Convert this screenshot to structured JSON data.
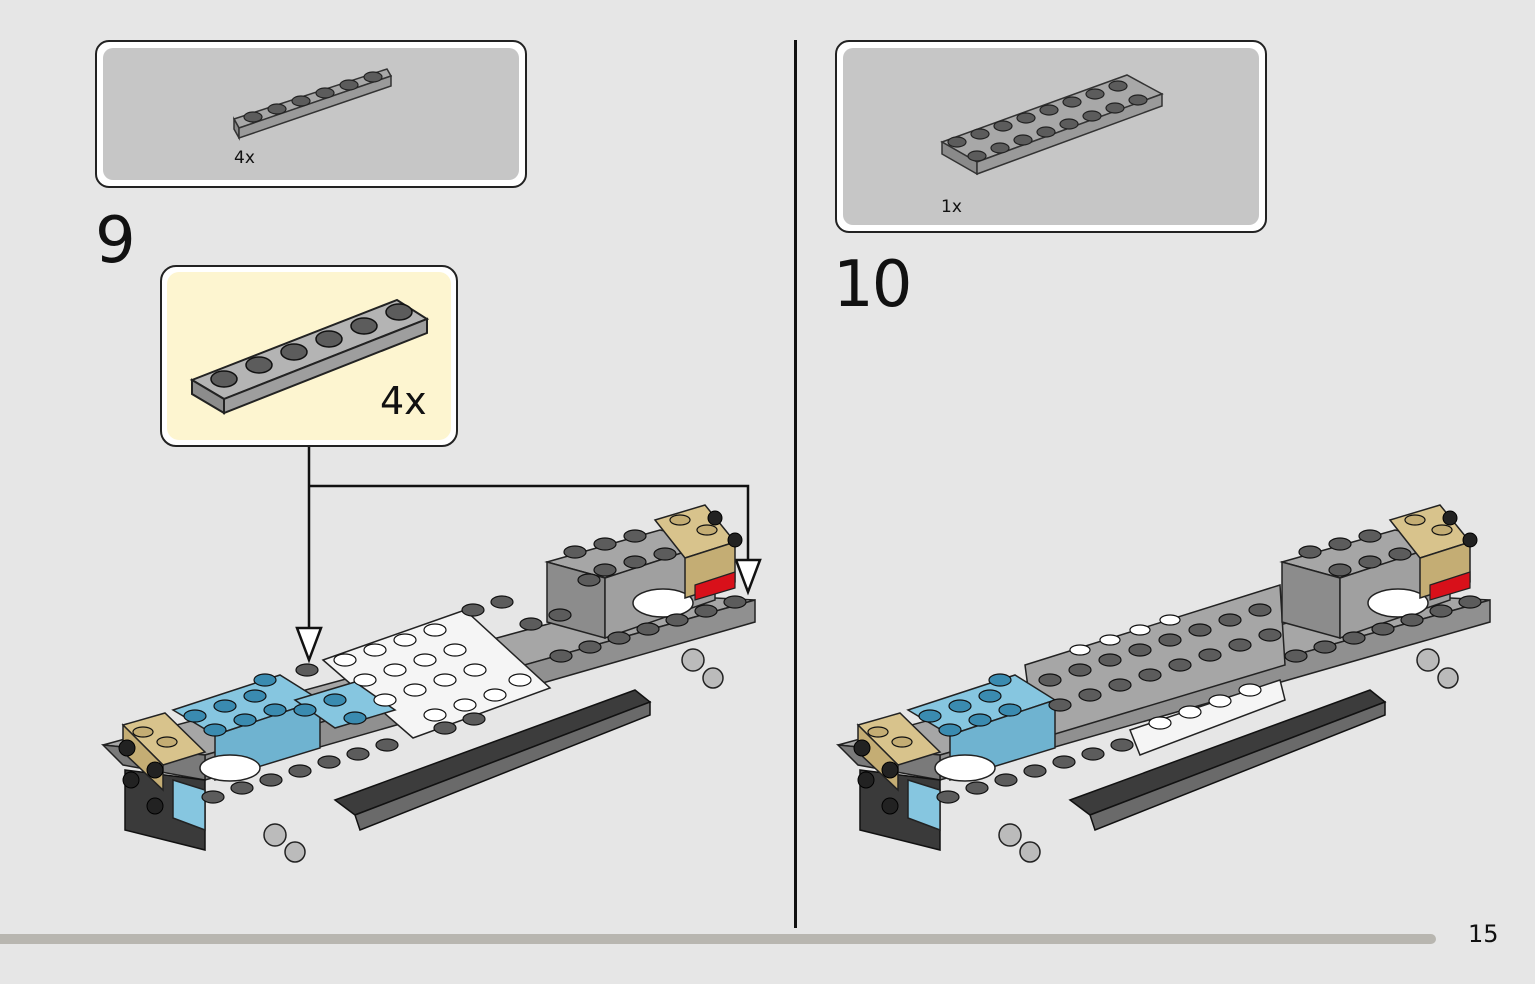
{
  "step9": {
    "number": "9",
    "parts_count": "4x",
    "callout_count": "4x"
  },
  "step10": {
    "number": "10",
    "parts_count": "1x"
  },
  "page_number": "15",
  "colors": {
    "background": "#e6e6e6",
    "parts_box": "#c6c6c6",
    "callout": "#fdf5d0",
    "brick_grey": "#a3a3a3",
    "brick_dark": "#5a5a5a",
    "brick_blue": "#86c6e0",
    "brick_tan": "#d8c38c",
    "brick_white": "#f6f6f6",
    "brick_red": "#d8101a"
  }
}
